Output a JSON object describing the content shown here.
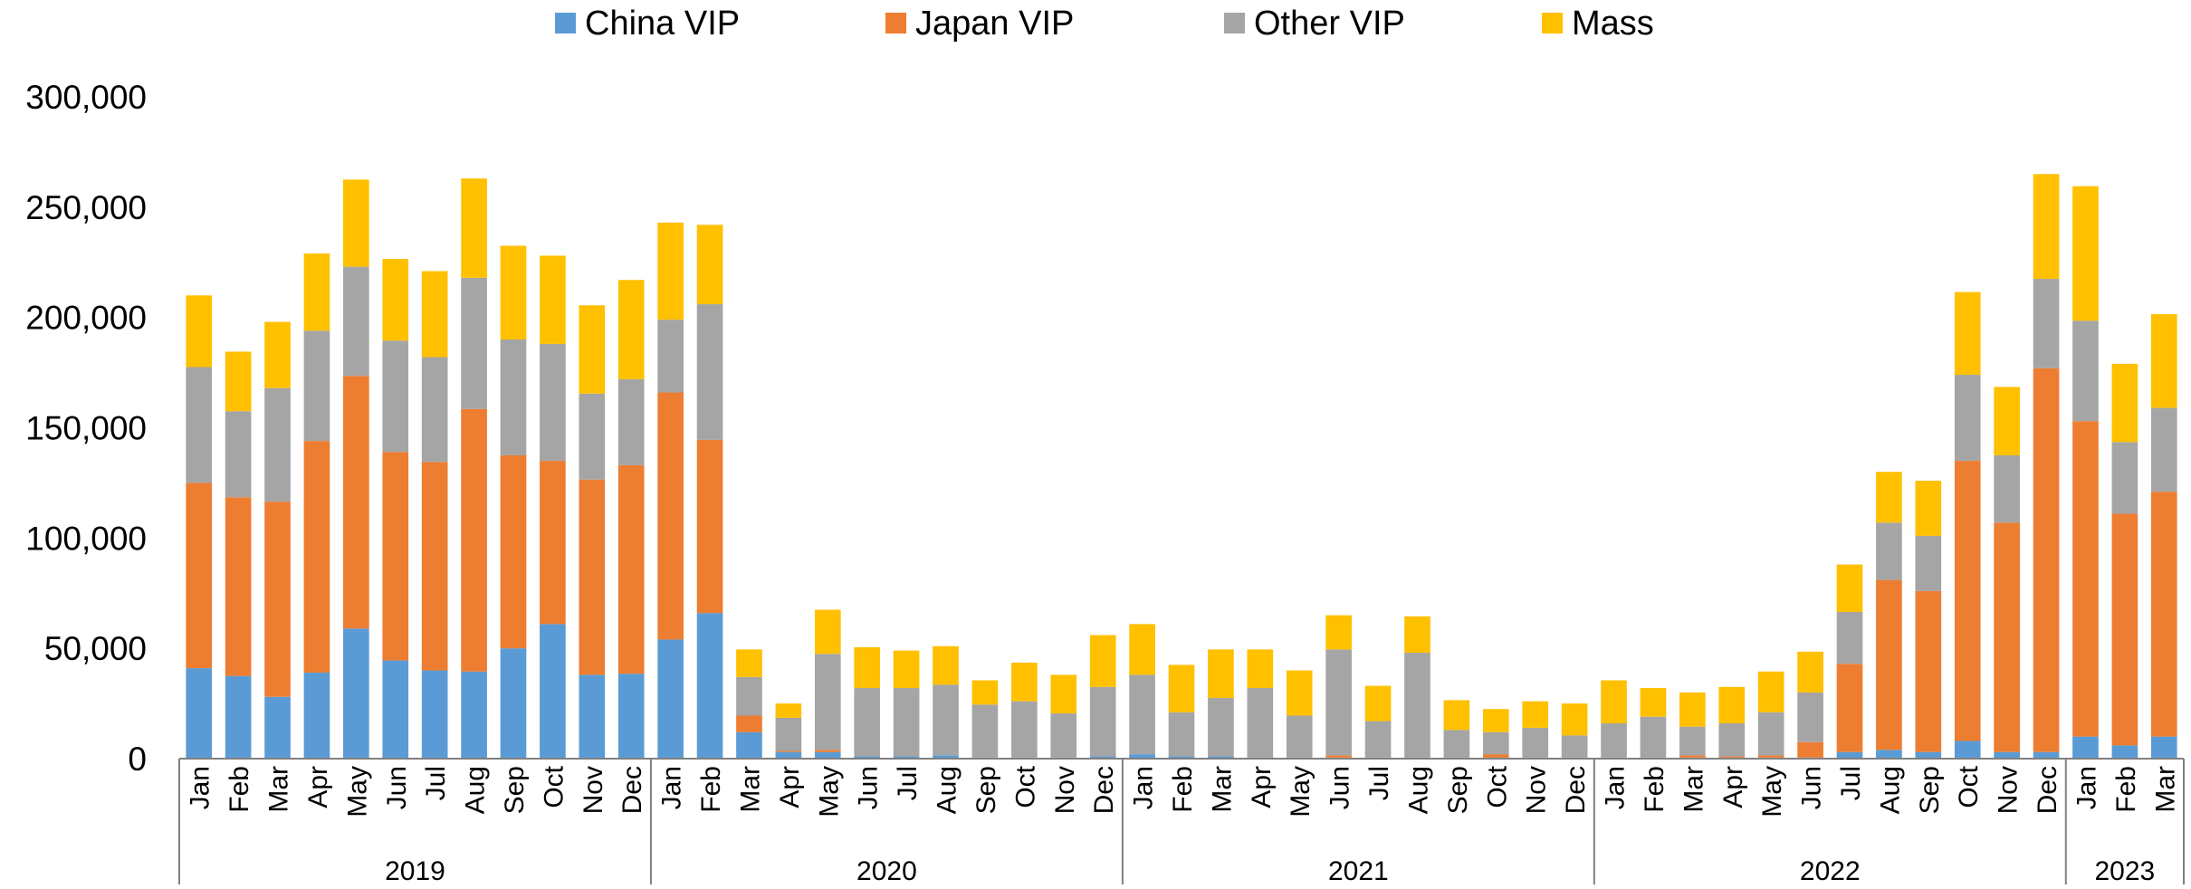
{
  "chart_data": {
    "type": "bar",
    "stacked": true,
    "ylim": [
      0,
      300000
    ],
    "yticks": [
      "0",
      "50,000",
      "100,000",
      "150,000",
      "200,000",
      "250,000",
      "300,000"
    ],
    "ytick_values": [
      0,
      50000,
      100000,
      150000,
      200000,
      250000,
      300000
    ],
    "grid": false,
    "legend_position": "top",
    "categories": [
      "Jan",
      "Feb",
      "Mar",
      "Apr",
      "May",
      "Jun",
      "Jul",
      "Aug",
      "Sep",
      "Oct",
      "Nov",
      "Dec",
      "Jan",
      "Feb",
      "Mar",
      "Apr",
      "May",
      "Jun",
      "Jul",
      "Aug",
      "Sep",
      "Oct",
      "Nov",
      "Dec",
      "Jan",
      "Feb",
      "Mar",
      "Apr",
      "May",
      "Jun",
      "Jul",
      "Aug",
      "Sep",
      "Oct",
      "Nov",
      "Dec",
      "Jan",
      "Feb",
      "Mar",
      "Apr",
      "May",
      "Jun",
      "Jul",
      "Aug",
      "Sep",
      "Oct",
      "Nov",
      "Dec",
      "Jan",
      "Feb",
      "Mar"
    ],
    "groups": [
      {
        "label": "2019",
        "count": 12
      },
      {
        "label": "2020",
        "count": 12
      },
      {
        "label": "2021",
        "count": 12
      },
      {
        "label": "2022",
        "count": 12
      },
      {
        "label": "2023",
        "count": 3
      }
    ],
    "series": [
      {
        "name": "China VIP",
        "color": "#5B9BD5",
        "values": [
          41000,
          37500,
          28000,
          39000,
          59000,
          44500,
          40000,
          39500,
          50000,
          61000,
          38000,
          38500,
          54000,
          66000,
          12000,
          3000,
          3000,
          1000,
          1000,
          1500,
          500,
          500,
          500,
          1000,
          2000,
          1000,
          1000,
          500,
          500,
          500,
          500,
          500,
          500,
          500,
          500,
          500,
          500,
          500,
          500,
          500,
          500,
          500,
          3000,
          4000,
          3000,
          8000,
          3000,
          3000,
          10000,
          6000,
          10000
        ]
      },
      {
        "name": "Japan VIP",
        "color": "#ED7D31",
        "values": [
          84000,
          81000,
          88500,
          105000,
          114500,
          94500,
          94500,
          119000,
          87500,
          74000,
          88500,
          94500,
          112000,
          78500,
          7500,
          500,
          1000,
          0,
          0,
          0,
          0,
          0,
          0,
          0,
          0,
          0,
          0,
          0,
          0,
          1000,
          0,
          0,
          0,
          1500,
          0,
          0,
          0,
          0,
          1000,
          500,
          1000,
          7000,
          40000,
          77000,
          73000,
          127000,
          104000,
          174000,
          143000,
          105000,
          111000
        ]
      },
      {
        "name": "Other VIP",
        "color": "#A5A5A5",
        "values": [
          52500,
          39000,
          51500,
          50000,
          49500,
          50500,
          47500,
          59500,
          52500,
          53000,
          39000,
          39000,
          33000,
          61500,
          17500,
          15000,
          43500,
          31000,
          31000,
          32000,
          24000,
          25500,
          20000,
          31500,
          36000,
          20000,
          26500,
          31500,
          19000,
          48000,
          16500,
          47500,
          12500,
          10000,
          13500,
          10000,
          15500,
          18500,
          13000,
          15000,
          19500,
          22500,
          23500,
          26000,
          25000,
          39000,
          30500,
          40500,
          45500,
          32500,
          38000
        ]
      },
      {
        "name": "Mass",
        "color": "#FFC000",
        "values": [
          32500,
          27000,
          30000,
          35000,
          39500,
          37000,
          39000,
          45000,
          42500,
          40000,
          40000,
          45000,
          44000,
          36000,
          12500,
          6500,
          20000,
          18500,
          17000,
          17500,
          11000,
          17500,
          17500,
          23500,
          23000,
          21500,
          22000,
          17500,
          20500,
          15500,
          16000,
          16500,
          13500,
          10500,
          12000,
          14500,
          19500,
          13000,
          15500,
          16500,
          18500,
          18500,
          21500,
          23000,
          25000,
          37500,
          31000,
          47500,
          61000,
          35500,
          42500
        ]
      }
    ]
  }
}
